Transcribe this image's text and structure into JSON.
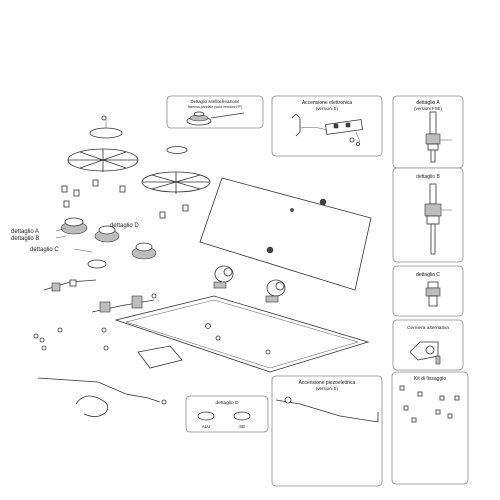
{
  "labels": {
    "dettaglio_flame": "Dettaglio anelloelevazione",
    "dettaglio_flame_sub": "fiamma parziale (solo versioni FP)",
    "accensione_elettronica": "Accensione elettronica",
    "accensione_elettronica_sub": "(versioni E)",
    "dettaglio_a_box": "dettaglio A",
    "dettaglio_a_box_sub": "(versioni FSE)",
    "dettaglio_b_box": "dettaglio B",
    "dettaglio_c_box": "dettaglio C",
    "cerniera": "Cerniera alternativa",
    "accensione_piezo": "Accensione piezoelettrica",
    "accensione_piezo_sub": "(versioni E)",
    "kit_fissaggio": "Kit di fissaggio",
    "dettaglio_d_box": "dettaglio D",
    "alu": "ALU",
    "sb": "SB",
    "callout_a": "dettaglio A",
    "callout_b": "dettaglio B",
    "callout_c": "dettaglio C",
    "callout_d": "dettaglio D"
  }
}
